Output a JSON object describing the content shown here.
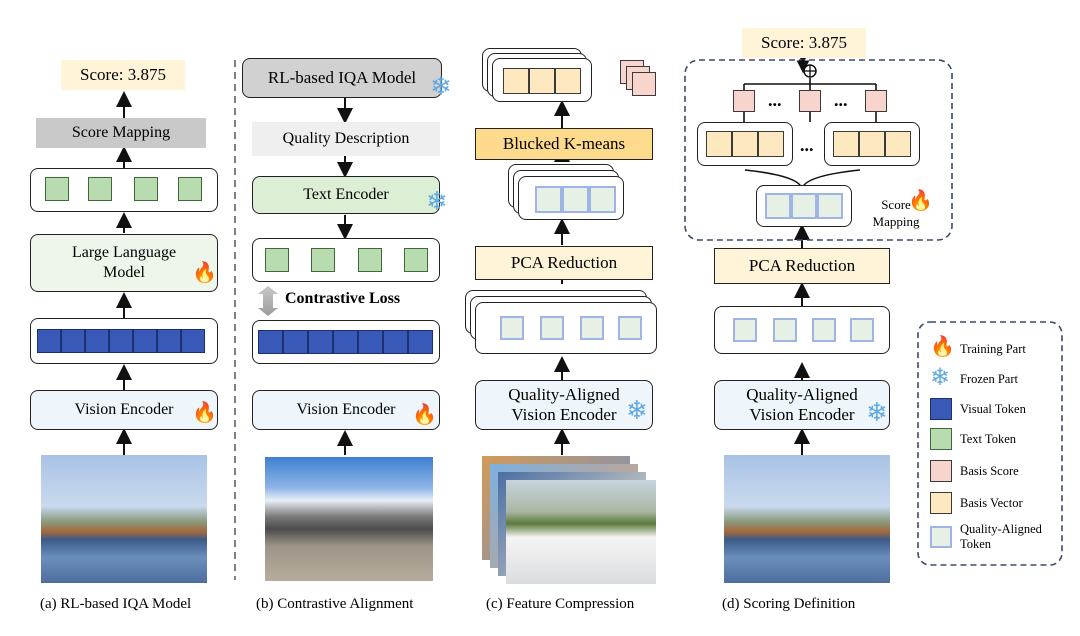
{
  "panel_a": {
    "score": "Score: 3.875",
    "score_mapping": "Score Mapping",
    "llm": "Large Language Model",
    "vision_encoder": "Vision Encoder",
    "caption": "(a) RL-based IQA Model"
  },
  "panel_b": {
    "rl_model": "RL-based IQA Model",
    "quality_description": "Quality Description",
    "text_encoder": "Text Encoder",
    "contrastive_loss": "Contrastive Loss",
    "vision_encoder": "Vision Encoder",
    "caption": "(b) Contrastive Alignment"
  },
  "panel_c": {
    "kmeans": "Blucked K-means",
    "pca": "PCA Reduction",
    "encoder": "Quality-Aligned Vision Encoder",
    "caption": "(c) Feature Compression"
  },
  "panel_d": {
    "score": "Score: 3.875",
    "score_mapping": "Score Mapping",
    "pca": "PCA Reduction",
    "encoder": "Quality-Aligned Vision Encoder",
    "ellipsis": "...",
    "caption": "(d) Scoring Definition"
  },
  "legend": {
    "training": "Training Part",
    "frozen": "Frozen Part",
    "visual_token": "Visual Token",
    "text_token": "Text Token",
    "basis_score": "Basis Score",
    "basis_vector": "Basis Vector",
    "qa_token": "Quality-Aligned Token"
  },
  "colors": {
    "visual_token": "#3859b8",
    "text_token": "#b8dcb0",
    "basis_score": "#f8d5cc",
    "basis_vector": "#fde8bf",
    "qa_token_border": "#9fb4e6",
    "dashed_border": "#3b4a6b"
  },
  "icons": {
    "training": "fire-icon",
    "frozen": "snowflake-icon"
  }
}
